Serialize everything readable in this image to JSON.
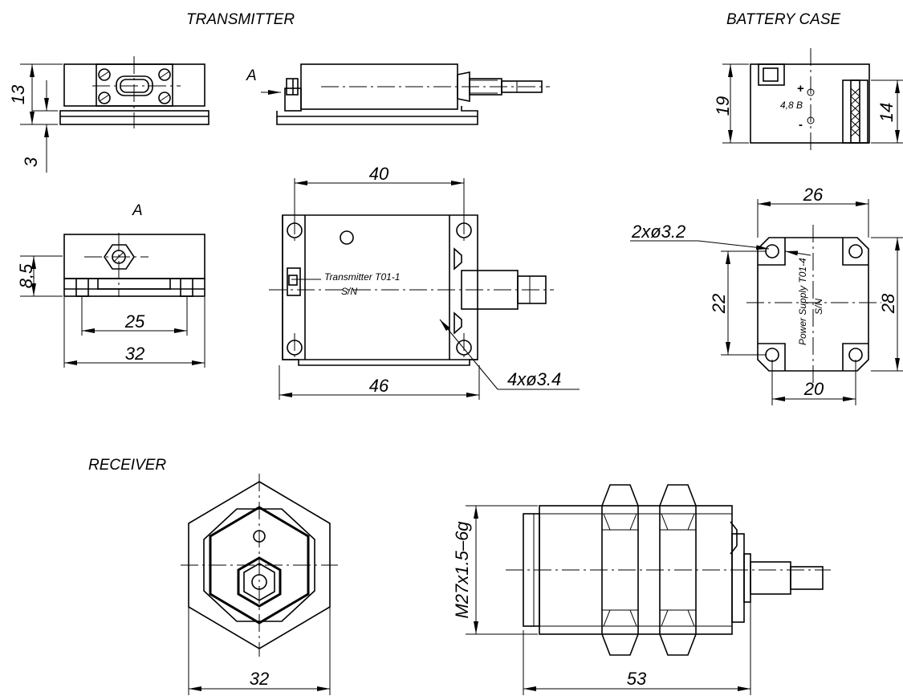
{
  "titles": {
    "transmitter": "TRANSMITTER",
    "battery_case": "BATTERY CASE",
    "receiver": "RECEIVER",
    "view_a_arrow": "A",
    "view_a_title": "A"
  },
  "dimensions": {
    "tx_side_height": "13",
    "tx_side_flange": "3",
    "tx_view_a_height": "8,5",
    "tx_view_a_inner": "25",
    "tx_view_a_outer": "32",
    "tx_top_body": "40",
    "tx_top_overall": "46",
    "tx_holes": "4xø3.4",
    "bat_side_height": "19",
    "bat_side_inner": "14",
    "bat_top_width": "26",
    "bat_top_holes": "2xø3.2",
    "bat_top_pitch_v": "22",
    "bat_top_height": "28",
    "bat_top_pitch_h": "20",
    "rx_front_width": "32",
    "rx_thread": "M27x1.5–6g",
    "rx_side_length": "53"
  },
  "labels": {
    "tx_name": "Transmitter T01-1",
    "tx_sn": "S/N",
    "bat_plus": "+",
    "bat_voltage": "4,8 B",
    "bat_minus": "-",
    "bat_name": "Power Supply T01-4",
    "bat_sn": "S/N"
  }
}
